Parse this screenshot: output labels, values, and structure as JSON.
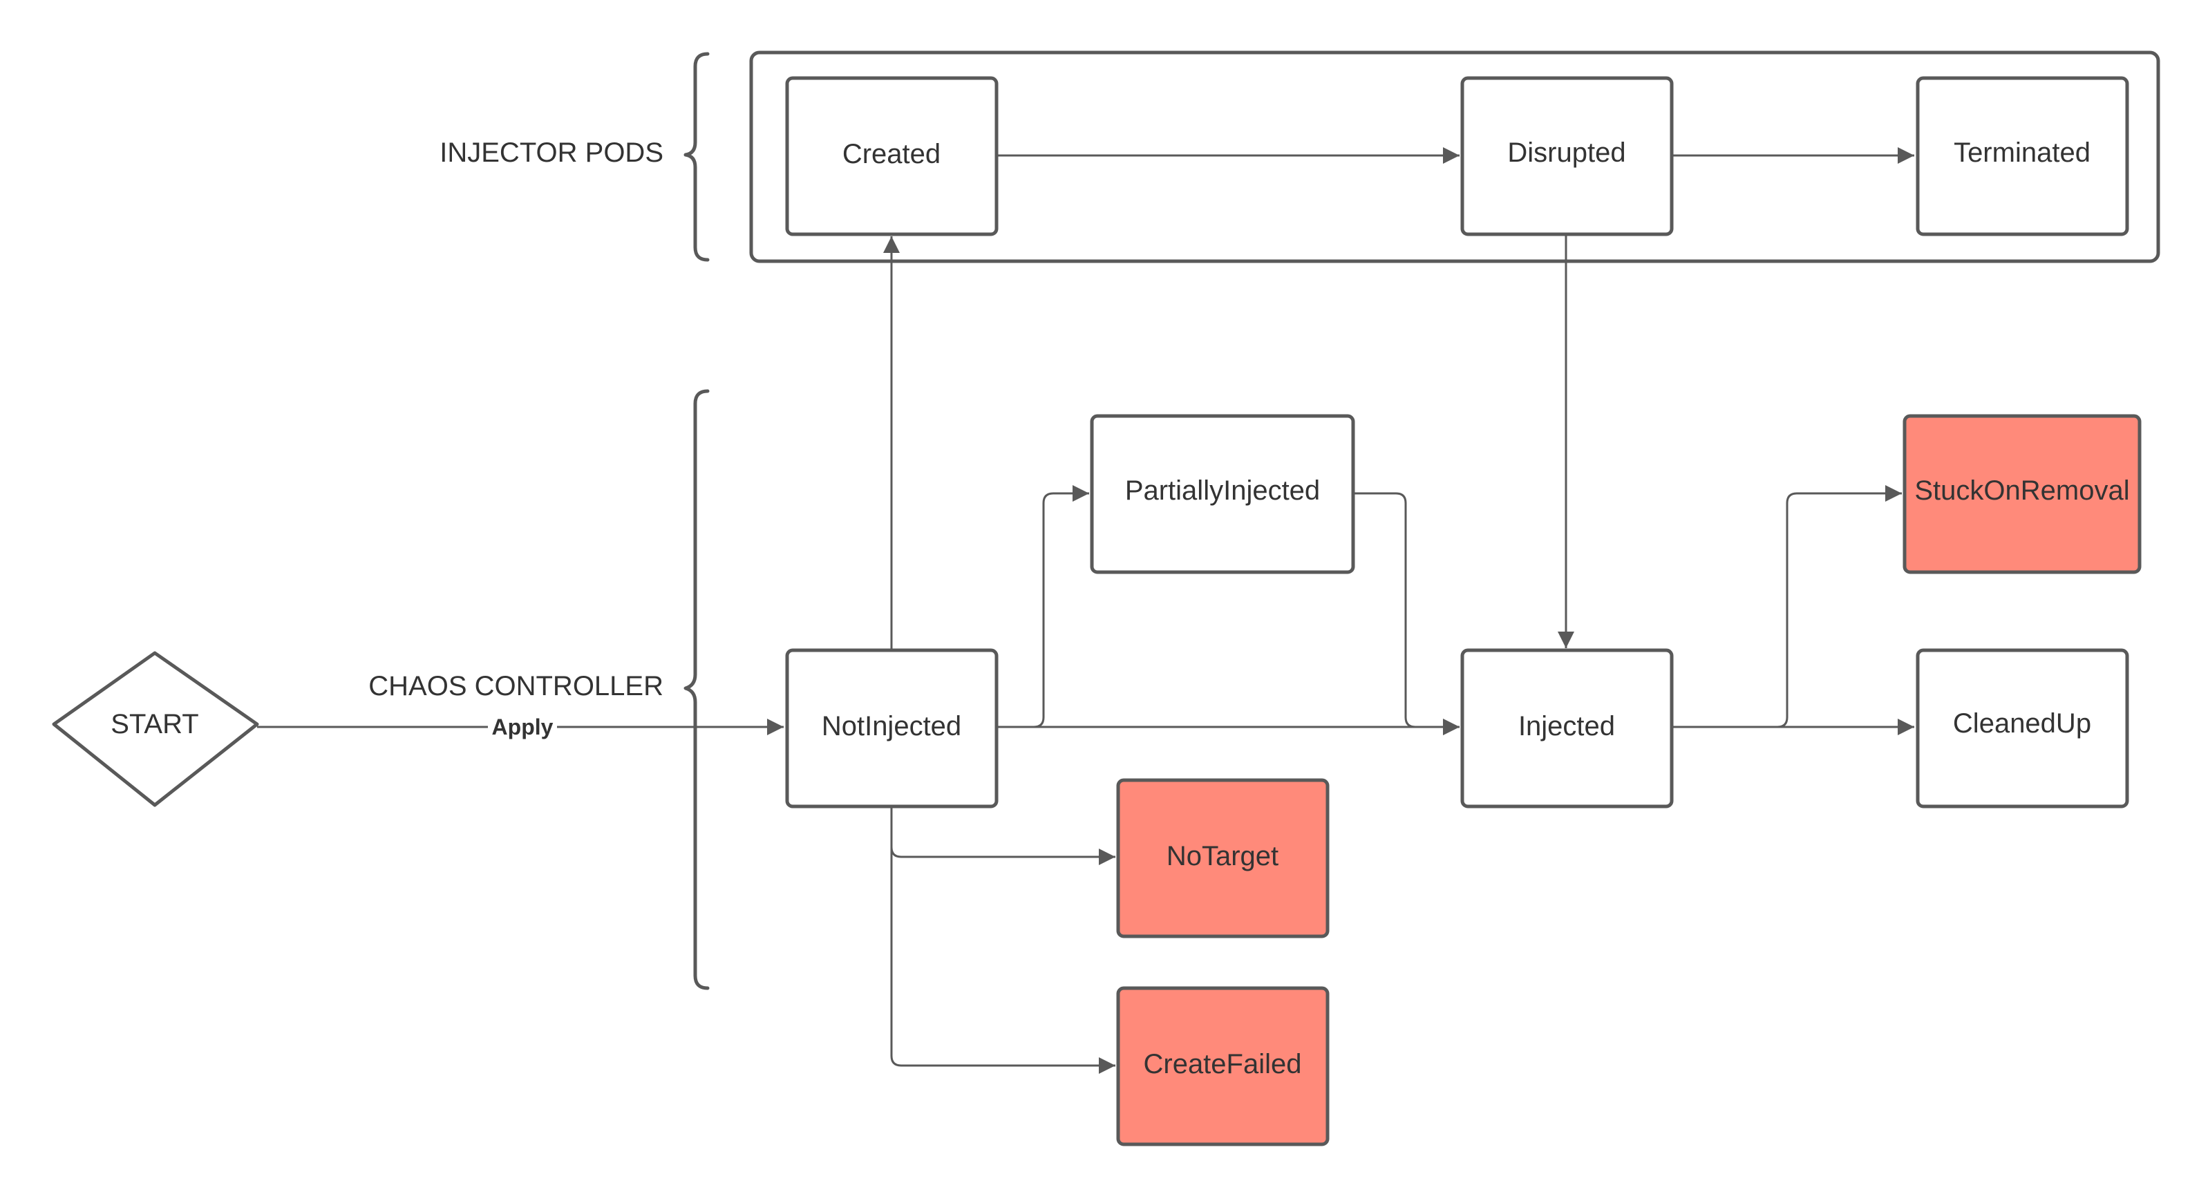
{
  "groups": {
    "injector_pods": "INJECTOR PODS",
    "chaos_controller": "CHAOS CONTROLLER"
  },
  "start": "START",
  "edge_labels": {
    "apply": "Apply"
  },
  "states": {
    "created": "Created",
    "disrupted": "Disrupted",
    "terminated": "Terminated",
    "partially_injected": "PartiallyInjected",
    "stuck_on_removal": "StuckOnRemoval",
    "not_injected": "NotInjected",
    "injected": "Injected",
    "cleaned_up": "CleanedUp",
    "no_target": "NoTarget",
    "create_failed": "CreateFailed"
  },
  "colors": {
    "error_fill": "#ff8a7a",
    "stroke": "#595959"
  }
}
